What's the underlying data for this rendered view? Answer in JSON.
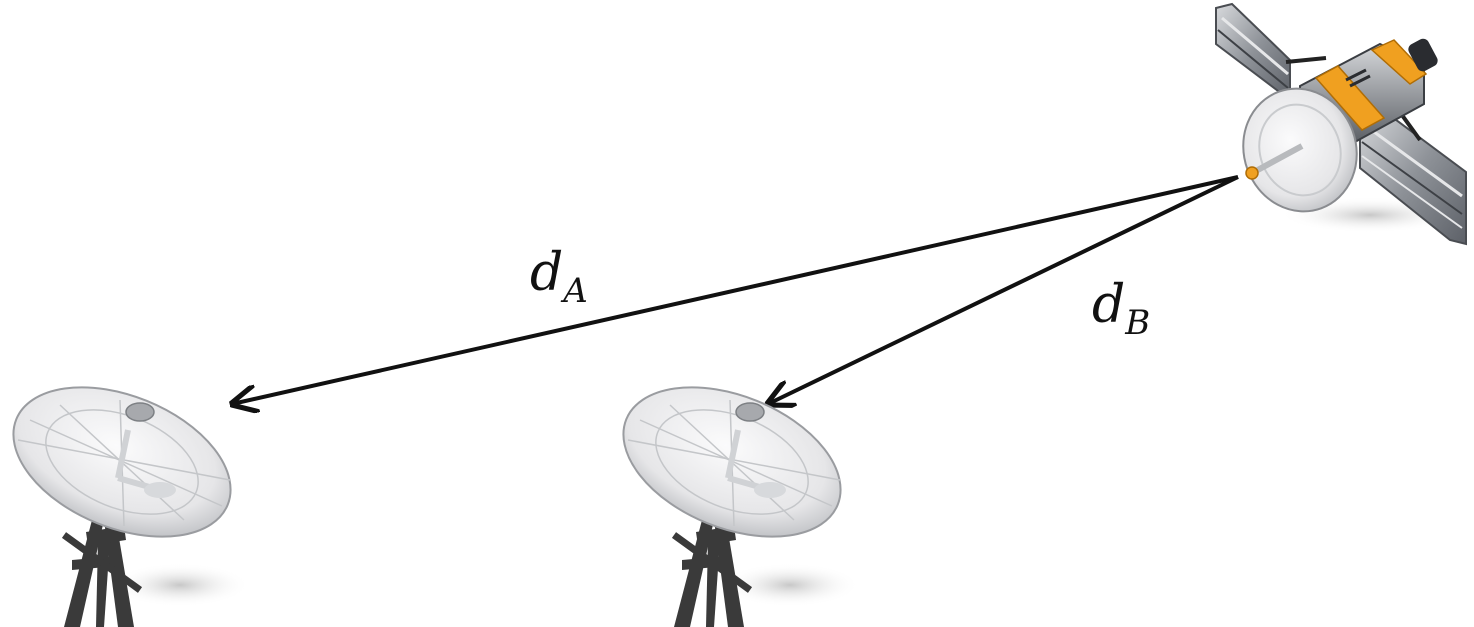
{
  "diagram": {
    "links": [
      {
        "id": "link-a",
        "from": "satellite",
        "to": "dish-a",
        "label": {
          "var": "d",
          "sub": "A"
        }
      },
      {
        "id": "link-b",
        "from": "satellite",
        "to": "dish-b",
        "label": {
          "var": "d",
          "sub": "B"
        }
      }
    ],
    "nodes": {
      "satellite": {
        "icon": "satellite-icon"
      },
      "dish_a": {
        "icon": "satellite-dish-icon"
      },
      "dish_b": {
        "icon": "satellite-dish-icon"
      }
    },
    "colors": {
      "line": "#111111",
      "dish": "#e8e8ea",
      "panel": "#9a9ea4",
      "accent": "#f0a020",
      "tripod": "#3a3a3a"
    }
  }
}
